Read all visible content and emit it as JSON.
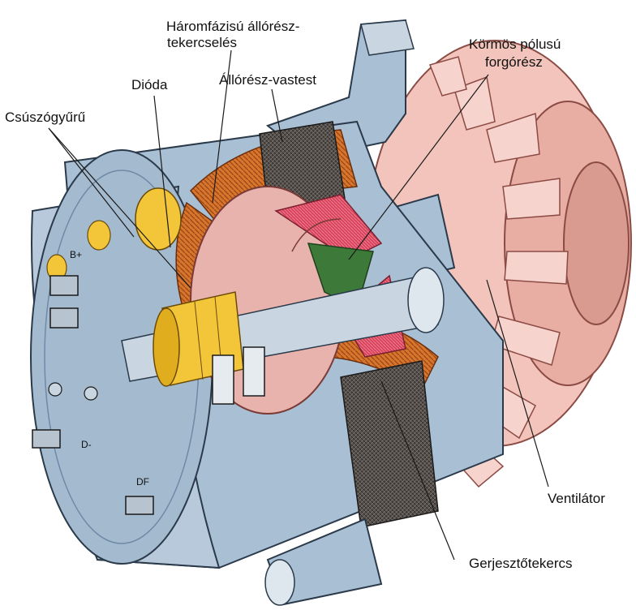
{
  "figure": {
    "labels": {
      "stator_winding_line1": "Háromfázisú állórész-",
      "stator_winding_line2": "tekercselés",
      "stator_core": "Állórész-vastest",
      "claw_rotor_line1": "Körmös pólusú",
      "claw_rotor_line2": "forgórész",
      "diode": "Dióda",
      "slip_ring": "Csúszógyűrű",
      "fan": "Ventilátor",
      "excitation_coil": "Gerjesztőtekercs"
    },
    "terminal_marks": {
      "plus": "B+",
      "minus": "D-",
      "df": "DF"
    },
    "colors": {
      "housing": "#a9bfd4",
      "housing_dark": "#6f8aa6",
      "fan": "#f2c4bb",
      "fan_dark": "#d99a90",
      "copper": "#d9762e",
      "core": "#4e4a47",
      "yellow": "#f3c63a",
      "rotor_pink": "#e9b3ad",
      "rotor_red": "#d9435a",
      "rotor_green": "#3d7a3a",
      "shaft": "#c9d6e2"
    }
  }
}
